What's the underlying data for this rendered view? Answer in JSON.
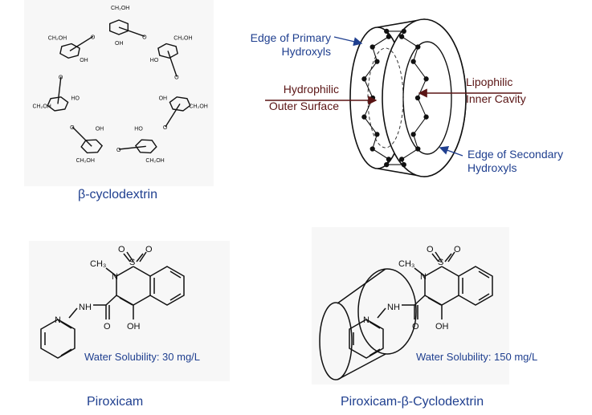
{
  "cyclodextrin": {
    "caption": "β-cyclodextrin",
    "group_labels": [
      "CH₂OH",
      "HO",
      "OH",
      "O"
    ]
  },
  "torus": {
    "primary_edge": [
      "Edge of Primary",
      "Hydroxyls"
    ],
    "hydrophilic": [
      "Hydrophilic",
      "Outer Surface"
    ],
    "lipophilic": [
      "Lipophilic",
      "Inner Cavity"
    ],
    "secondary_edge": [
      "Edge of Secondary",
      "Hydroxyls"
    ]
  },
  "piroxicam": {
    "caption": "Piroxicam",
    "solubility": "Water Solubility: 30 mg/L",
    "atoms": {
      "s": "S",
      "o": "O",
      "n": "N",
      "nh": "NH",
      "oh": "OH",
      "ch3": "CH₃"
    }
  },
  "complex": {
    "caption": "Piroxicam-β-Cyclodextrin",
    "solubility": "Water Solubility: 150 mg/L"
  },
  "colors": {
    "label_blue": "#1f3f8f",
    "arrow_dark": "#5a1414"
  }
}
